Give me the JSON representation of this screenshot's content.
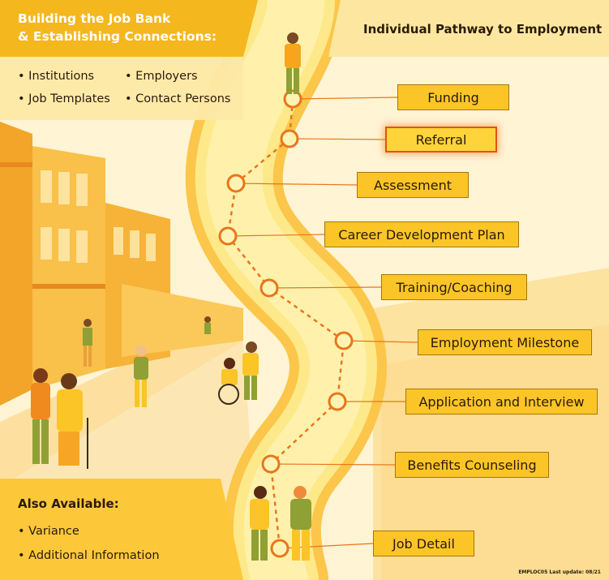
{
  "job_bank": {
    "title_line1": "Building the Job Bank",
    "title_line2": "& Establishing Connections:",
    "items": [
      "Institutions",
      "Employers",
      "Job Templates",
      "Contact Persons"
    ]
  },
  "pathway": {
    "title": "Individual Pathway to Employment",
    "steps": [
      {
        "label": "Funding"
      },
      {
        "label": "Referral",
        "active": true
      },
      {
        "label": "Assessment"
      },
      {
        "label": "Career Development Plan"
      },
      {
        "label": "Training/Coaching"
      },
      {
        "label": "Employment Milestone"
      },
      {
        "label": "Application and Interview"
      },
      {
        "label": "Benefits Counseling"
      },
      {
        "label": "Job Detail"
      }
    ]
  },
  "also_available": {
    "title": "Also Available:",
    "items": [
      "Variance",
      "Additional Information"
    ]
  },
  "footer": {
    "code": "EMPLOC05",
    "update": "Last update: 08/21"
  },
  "colors": {
    "accent": "#fcc527",
    "panel_dark": "#f5b71e",
    "panel_light": "#fde9a6",
    "path": "#fde98a",
    "marker": "#e8761c",
    "text": "#2a1a08"
  }
}
